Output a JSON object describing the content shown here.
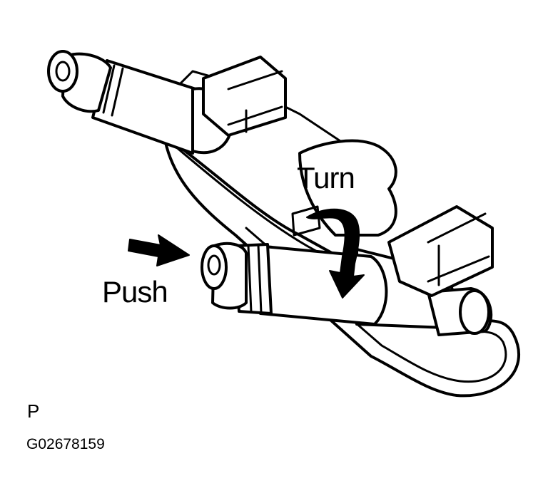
{
  "labels": {
    "turn": "Turn",
    "push": "Push",
    "view_mark": "P",
    "figure_id": "G02678159"
  },
  "icons": {
    "push_direction": "right-arrow-icon",
    "turn_direction": "curved-rotate-arrow-icon"
  },
  "colors": {
    "line": "#000000",
    "background": "#ffffff"
  }
}
